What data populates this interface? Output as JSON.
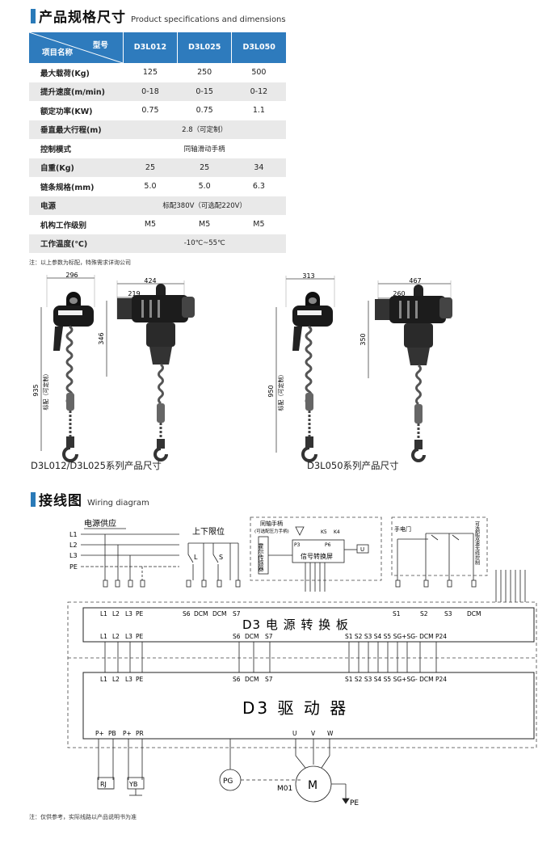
{
  "section1": {
    "title_zh": "产品规格尺寸",
    "title_en": "Product specifications and dimensions"
  },
  "spec_table": {
    "corner_top": "型号",
    "corner_bottom": "项目名称",
    "models": [
      "D3L012",
      "D3L025",
      "D3L050"
    ],
    "rows": [
      {
        "label": "最大载荷(Kg)",
        "values": [
          "125",
          "250",
          "500"
        ]
      },
      {
        "label": "提升速度(m/min)",
        "values": [
          "0-18",
          "0-15",
          "0-12"
        ]
      },
      {
        "label": "额定功率(KW)",
        "values": [
          "0.75",
          "0.75",
          "1.1"
        ]
      },
      {
        "label": "垂直最大行程(m)",
        "span": "2.8（可定制）"
      },
      {
        "label": "控制模式",
        "span": "同轴滑动手柄"
      },
      {
        "label": "自重(Kg)",
        "values": [
          "25",
          "25",
          "34"
        ]
      },
      {
        "label": "链条规格(mm)",
        "values": [
          "5.0",
          "5.0",
          "6.3"
        ]
      },
      {
        "label": "电源",
        "span": "标配380V（可选配220V）"
      },
      {
        "label": "机构工作级别",
        "values": [
          "M5",
          "M5",
          "M5"
        ]
      },
      {
        "label": "工作温度(℃)",
        "span": "-10℃~55℃"
      }
    ]
  },
  "note1": "注：以上参数为标配，特殊需求详询公司",
  "dimensions": {
    "left": {
      "caption": "D3L012/D3L025系列产品尺寸",
      "w_front": "296",
      "w_total": "424",
      "w_side": "219",
      "h_body": "346",
      "h_total": "935",
      "h_note": "标配（可定制）"
    },
    "right": {
      "caption": "D3L050系列产品尺寸",
      "w_front": "313",
      "w_total": "467",
      "w_side": "260",
      "h_body": "350",
      "h_total": "950",
      "h_note": "标配（可定制）"
    }
  },
  "section2": {
    "title_zh": "接线图",
    "title_en": "Wiring diagram"
  },
  "wiring": {
    "power_supply": "电源供应",
    "lines": [
      "L1",
      "L2",
      "L3",
      "PE"
    ],
    "limit": "上下限位",
    "limit_L": "L",
    "limit_S": "S",
    "handle_title": "同轴手柄",
    "handle_sub": "(可选配压力手柄)",
    "hall": "霍尔传感器",
    "p3": "P3",
    "p6": "P6",
    "k5": "K5",
    "k4": "K4",
    "signal_board": "信号转换屏",
    "u_label": "U",
    "door": "手电门",
    "door_note": "可选配双速无线控制",
    "top_terms": [
      "L1",
      "L2",
      "L3",
      "PE",
      "S6",
      "DCM",
      "DCM",
      "S7",
      "S1",
      "S2",
      "S3",
      "DCM"
    ],
    "power_board": "D3 电 源 转 换 板",
    "board_bottom_left": [
      "L1",
      "L2",
      "L3",
      "PE"
    ],
    "board_bottom_mid": [
      "S6",
      "DCM",
      "S7"
    ],
    "board_bottom_right": "S1 S2 S3 S4 S5 SG+SG- DCM P24",
    "driver": "D3 驱 动 器",
    "driver_bottom": [
      "P+",
      "PB",
      "P+",
      "PR"
    ],
    "uvw": [
      "U",
      "V",
      "W"
    ],
    "rj": "RJ",
    "yb": "YB",
    "pg": "PG",
    "motor": "M",
    "m01": "M01",
    "pe": "PE"
  },
  "note2": "注：仅供参考，实际线路以产品说明书为准"
}
